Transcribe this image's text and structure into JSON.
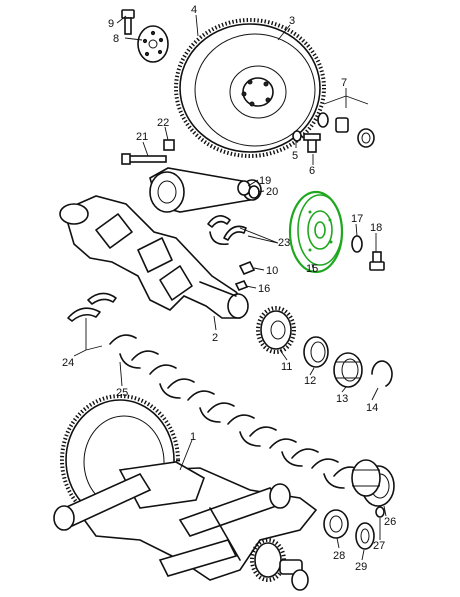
{
  "callouts": [
    {
      "id": "c1",
      "text": "1"
    },
    {
      "id": "c2",
      "text": "2"
    },
    {
      "id": "c3",
      "text": "3"
    },
    {
      "id": "c4",
      "text": "4"
    },
    {
      "id": "c5",
      "text": "5"
    },
    {
      "id": "c6",
      "text": "6"
    },
    {
      "id": "c7",
      "text": "7"
    },
    {
      "id": "c8",
      "text": "8"
    },
    {
      "id": "c9",
      "text": "9"
    },
    {
      "id": "c10",
      "text": "10"
    },
    {
      "id": "c11",
      "text": "11"
    },
    {
      "id": "c12",
      "text": "12"
    },
    {
      "id": "c13",
      "text": "13"
    },
    {
      "id": "c14",
      "text": "14"
    },
    {
      "id": "c15",
      "text": "15"
    },
    {
      "id": "c16",
      "text": "16"
    },
    {
      "id": "c17",
      "text": "17"
    },
    {
      "id": "c18",
      "text": "18"
    },
    {
      "id": "c19",
      "text": "19"
    },
    {
      "id": "c20",
      "text": "20"
    },
    {
      "id": "c21",
      "text": "21"
    },
    {
      "id": "c22",
      "text": "22"
    },
    {
      "id": "c23",
      "text": "23"
    },
    {
      "id": "c24",
      "text": "24"
    },
    {
      "id": "c25",
      "text": "25"
    },
    {
      "id": "c26",
      "text": "26"
    },
    {
      "id": "c27",
      "text": "27"
    },
    {
      "id": "c28",
      "text": "28"
    },
    {
      "id": "c29",
      "text": "29"
    }
  ],
  "colors": {
    "highlight": "#1fa81f",
    "ink": "#111111",
    "background": "#ffffff"
  }
}
